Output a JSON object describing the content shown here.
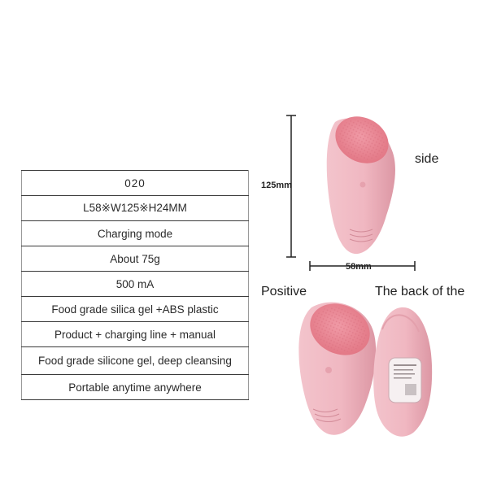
{
  "specs": [
    "020",
    "L58※W125※H24MM",
    "Charging mode",
    "About 75g",
    "500 mA",
    "Food grade silica gel +ABS plastic",
    "Product + charging line + manual",
    "Food grade silicone gel, deep cleansing",
    "Portable anytime anywhere"
  ],
  "dimensions": {
    "height": "125mm",
    "width": "58mm"
  },
  "captions": {
    "side": "side",
    "positive": "Positive",
    "back": "The back of the"
  },
  "colors": {
    "device": "#f0b9c3",
    "device_shade": "#d98f9d",
    "brush_head": "#e97f8e",
    "line": "#222222"
  },
  "icons": [
    "front-device-illustration",
    "side-device-illustration",
    "back-device-illustration"
  ]
}
